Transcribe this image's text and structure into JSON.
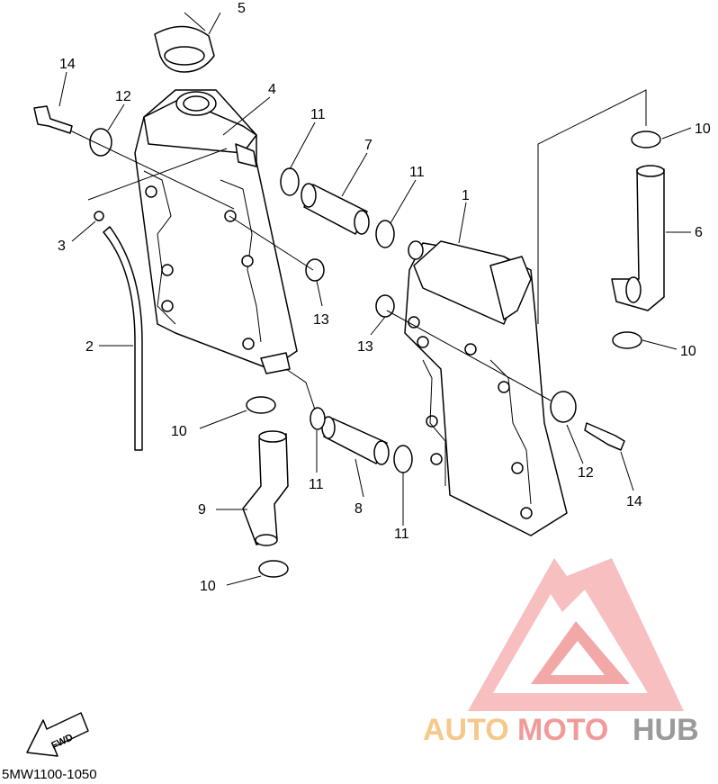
{
  "diagram": {
    "code": "5MW1100-1050",
    "fwd_label": "FWD",
    "callouts": [
      "1",
      "2",
      "3",
      "4",
      "5",
      "6",
      "7",
      "8",
      "9",
      "10",
      "11",
      "12",
      "13",
      "14"
    ],
    "labels": {
      "l1": "1",
      "l2": "2",
      "l3": "3",
      "l4": "4",
      "l5": "5",
      "l6": "6",
      "l7": "7",
      "l8": "8",
      "l9": "9",
      "l10a": "10",
      "l10b": "10",
      "l10c": "10",
      "l10d": "10",
      "l11a": "11",
      "l11b": "11",
      "l11c": "11",
      "l11d": "11",
      "l12a": "12",
      "l12b": "12",
      "l13a": "13",
      "l13b": "13",
      "l14a": "14",
      "l14b": "14"
    }
  },
  "watermark": {
    "part1": "AUTO",
    "part2": "MOTO",
    "part3": "HUB",
    "colors": {
      "auto": "#f6c88a",
      "moto": "#f29a9a",
      "hub": "#9a9a9a"
    }
  }
}
